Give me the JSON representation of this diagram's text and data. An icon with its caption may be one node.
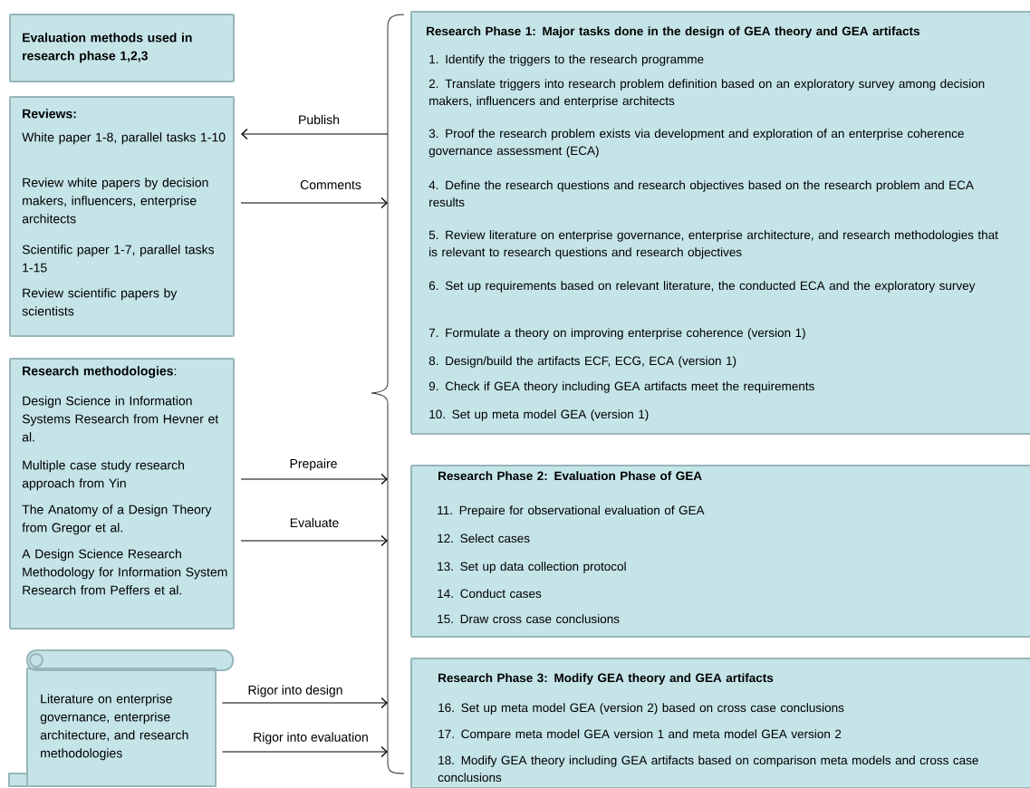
{
  "diagram": {
    "nodes": [
      {
        "text": [
          "Evaluation methods used in research phase 1,2,3"
        ]
      },
      {
        "text": [
          "Reviews:",
          "White paper 1-8, parallel tasks 1-10",
          "Review white papers by decision makers, influencers, enterprise architects",
          "Scientific paper 1-7, parallel tasks 1-15",
          "Review scientific papers by scientists"
        ]
      },
      {
        "text": [
          "**Research methodologies**:",
          "Design Science in Information Systems Research from Hevner et al.",
          "Multiple case study research approach from Yin",
          "The Anatomy of a Design Theory from Gregor et al.",
          "A Design Science Research Methodology for Information System Research from Peffers et al."
        ]
      },
      {
        "text": [
          "Literature on enterprise governance, enterprise architecture, and research methodologies"
        ]
      },
      {
        "text": [
          "Research Phase 1: Major tasks done in the design of GEA theory and GEA artifacts",
          "1. Identify the triggers to the research programme",
          "2. Translate triggers into research problem definition based on an exploratory survey among decision makers, influencers and enterprise architects",
          "3. Proof the research problem exists via development and exploration of an enterprise coherence governance assessment (ECA)",
          "4. Define the research questions and research objectives based on the research problem and ECA results",
          "5. Review literature on enterprise governance, enterprise architecture, and research methodologies that is relevant to research questions and research objectives",
          "6. Set up requirements based on relevant literature, the conducted ECA and the exploratory survey",
          "7. Formulate a theory on improving enterprise coherence (version 1)",
          "8. Design/build the artifacts ECF, ECG, ECA (version 1)",
          "9. Check if GEA theory including GEA artifacts meet the requirements",
          "10. Set up meta model GEA (version 1)"
        ]
      },
      {
        "text": [
          "Research Phase 2: Evaluation Phase of GEA",
          "11. Prepaire for observational evaluation of GEA",
          "12. Select cases",
          "13. Set up data collection protocol",
          "14. Conduct cases",
          "15. Draw cross case conclusions"
        ]
      },
      {
        "text": [
          "Research Phase 3: Modify GEA theory and GEA artifacts",
          "16. Set up meta model GEA (version 2) based on cross case conclusions",
          "17. Compare meta model GEA version 1 and meta model GEA version 2",
          "18. Modify GEA theory including GEA artifacts based on comparison meta models and cross case conclusions"
        ]
      }
    ],
    "edges": [
      {
        "from": null,
        "to": 1,
        "arrow": "to",
        "label": "Publish"
      },
      {
        "from": 1,
        "to": null,
        "arrow": "to",
        "label": "Comments"
      },
      {
        "from": 2,
        "to": null,
        "arrow": "to",
        "label": "Prepaire"
      },
      {
        "from": 2,
        "to": null,
        "arrow": "to",
        "label": "Evaluate"
      },
      {
        "from": 3,
        "to": null,
        "arrow": "to",
        "label": "Rigor into design"
      },
      {
        "from": 3,
        "to": null,
        "arrow": "to",
        "label": "Rigor into evaluation"
      }
    ]
  }
}
